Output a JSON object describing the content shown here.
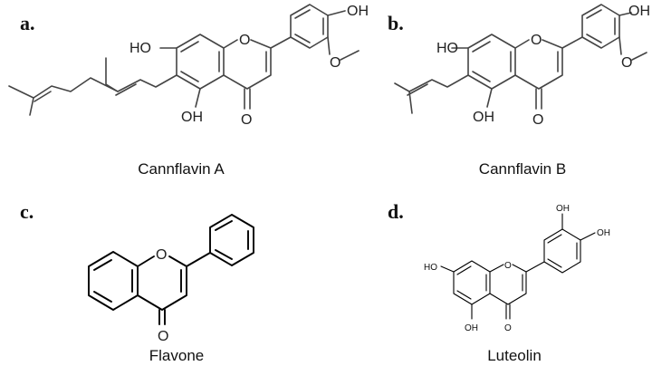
{
  "panels": [
    {
      "letter": "a.",
      "caption": "Cannflavin A",
      "atoms": {
        "oh_top": "OH",
        "ho_left": "HO",
        "ring_o": "O",
        "methoxy_o": "O",
        "oh_bottom": "OH",
        "carbonyl_o": "O"
      }
    },
    {
      "letter": "b.",
      "caption": "Cannflavin B",
      "atoms": {
        "oh_top": "OH",
        "ho_left": "HO",
        "ring_o": "O",
        "methoxy_o": "O",
        "oh_bottom": "OH",
        "carbonyl_o": "O"
      }
    },
    {
      "letter": "c.",
      "caption": "Flavone",
      "atoms": {
        "ring_o": "O",
        "carbonyl_o": "O"
      }
    },
    {
      "letter": "d.",
      "caption": "Luteolin",
      "atoms": {
        "oh_top": "OH",
        "oh_right": "OH",
        "ho_left": "HO",
        "ring_o": "O",
        "oh_bottom": "OH",
        "carbonyl_o": "O"
      }
    }
  ]
}
